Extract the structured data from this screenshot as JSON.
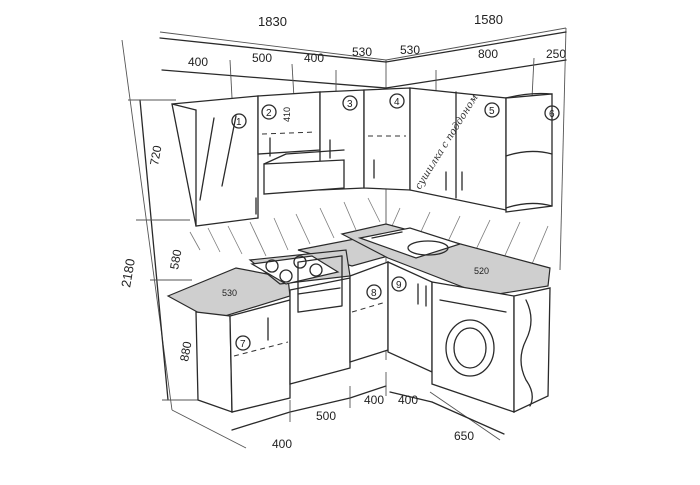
{
  "dimensions": {
    "top_total_left": "1830",
    "top_total_right": "1580",
    "top_segments": [
      "400",
      "500",
      "400",
      "530",
      "530",
      "800",
      "250"
    ],
    "bottom_segments": [
      "400",
      "500",
      "400",
      "400",
      "650"
    ],
    "height_total": "2180",
    "height_upper": "720",
    "height_gap": "580",
    "height_lower": "880",
    "shelf_depth": "410",
    "counter_depth": "530",
    "counter_right": "520"
  },
  "cabinet_numbers": [
    "1",
    "2",
    "3",
    "4",
    "5",
    "6",
    "7",
    "8",
    "9"
  ],
  "note": "сушилка с поддоном"
}
